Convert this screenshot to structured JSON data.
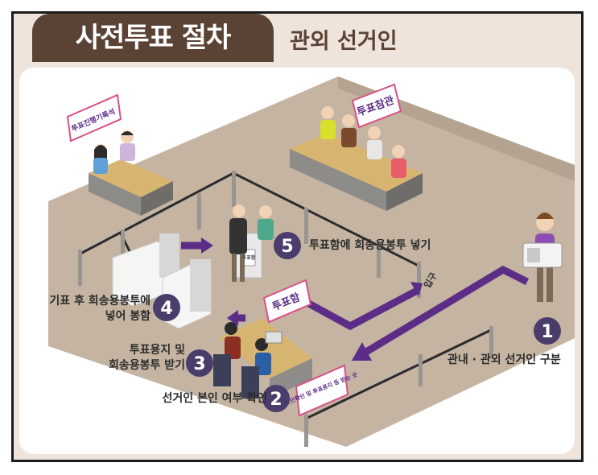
{
  "title": "사전투표 절차",
  "subtitle": "관외 선거인",
  "signs": {
    "record_desk": "투표진행기록석",
    "observers": "투표참관",
    "ballot_box": "투표함",
    "entrance": "입구",
    "id_check": "본인확인 및\n투표용지 등 받는 곳",
    "ballot_box_label": "투표함"
  },
  "steps": [
    {
      "number": "1",
      "label": "관내 · 관외 선거인 구분"
    },
    {
      "number": "2",
      "label": "선거인 본인 여부 확인"
    },
    {
      "number": "3",
      "label": "투표용지 및\n회송용봉투 받기"
    },
    {
      "number": "4",
      "label": "기표 후 회송용봉투에\n넣어 봉함"
    },
    {
      "number": "5",
      "label": "투표함에 회송용봉투 넣기"
    }
  ],
  "colors": {
    "title_bg": "#5a4334",
    "step_circle": "#4a3d6b",
    "path_arrow": "#5b2d86",
    "floor": "#c4b4a1",
    "desk": "#d7b571",
    "sign_pink": "#d94f86"
  }
}
